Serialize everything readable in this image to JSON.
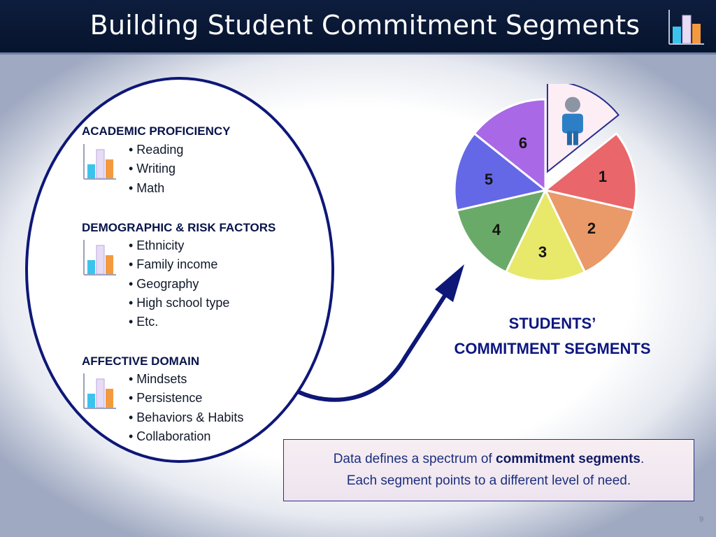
{
  "header": {
    "title": "Building Student Commitment Segments"
  },
  "sections": [
    {
      "title": "ACADEMIC PROFICIENCY",
      "items": [
        "• Reading",
        "• Writing",
        "• Math"
      ]
    },
    {
      "title": "DEMOGRAPHIC & RISK FACTORS",
      "items": [
        "• Ethnicity",
        "• Family income",
        "• Geography",
        "• High school type",
        "• Etc."
      ]
    },
    {
      "title": "AFFECTIVE DOMAIN",
      "items": [
        "• Mindsets",
        "• Persistence",
        "• Behaviors & Habits",
        "• Collaboration"
      ]
    }
  ],
  "pie": {
    "label_line1": "STUDENTS’",
    "label_line2": "COMMITMENT SEGMENTS",
    "segments": [
      {
        "label": "1",
        "color": "#e9666a"
      },
      {
        "label": "2",
        "color": "#e99a68"
      },
      {
        "label": "3",
        "color": "#e8e86a"
      },
      {
        "label": "4",
        "color": "#6aaa68"
      },
      {
        "label": "5",
        "color": "#6468e6"
      },
      {
        "label": "6",
        "color": "#a968e6"
      }
    ],
    "highlight_color": "#fdeef6",
    "highlight_icon": "person-icon"
  },
  "note": {
    "text_before": "Data defines a spectrum of ",
    "bold": "commitment segments",
    "text_after": ".",
    "line2": "Each segment points to a different level of need."
  },
  "colors": {
    "header_bg": "#0b1a38",
    "accent_navy": "#0e1777",
    "label_blue": "#0d1680"
  },
  "icons": {
    "header": "bar-chart-icon",
    "section": "bar-chart-icon"
  },
  "page_number": "9"
}
